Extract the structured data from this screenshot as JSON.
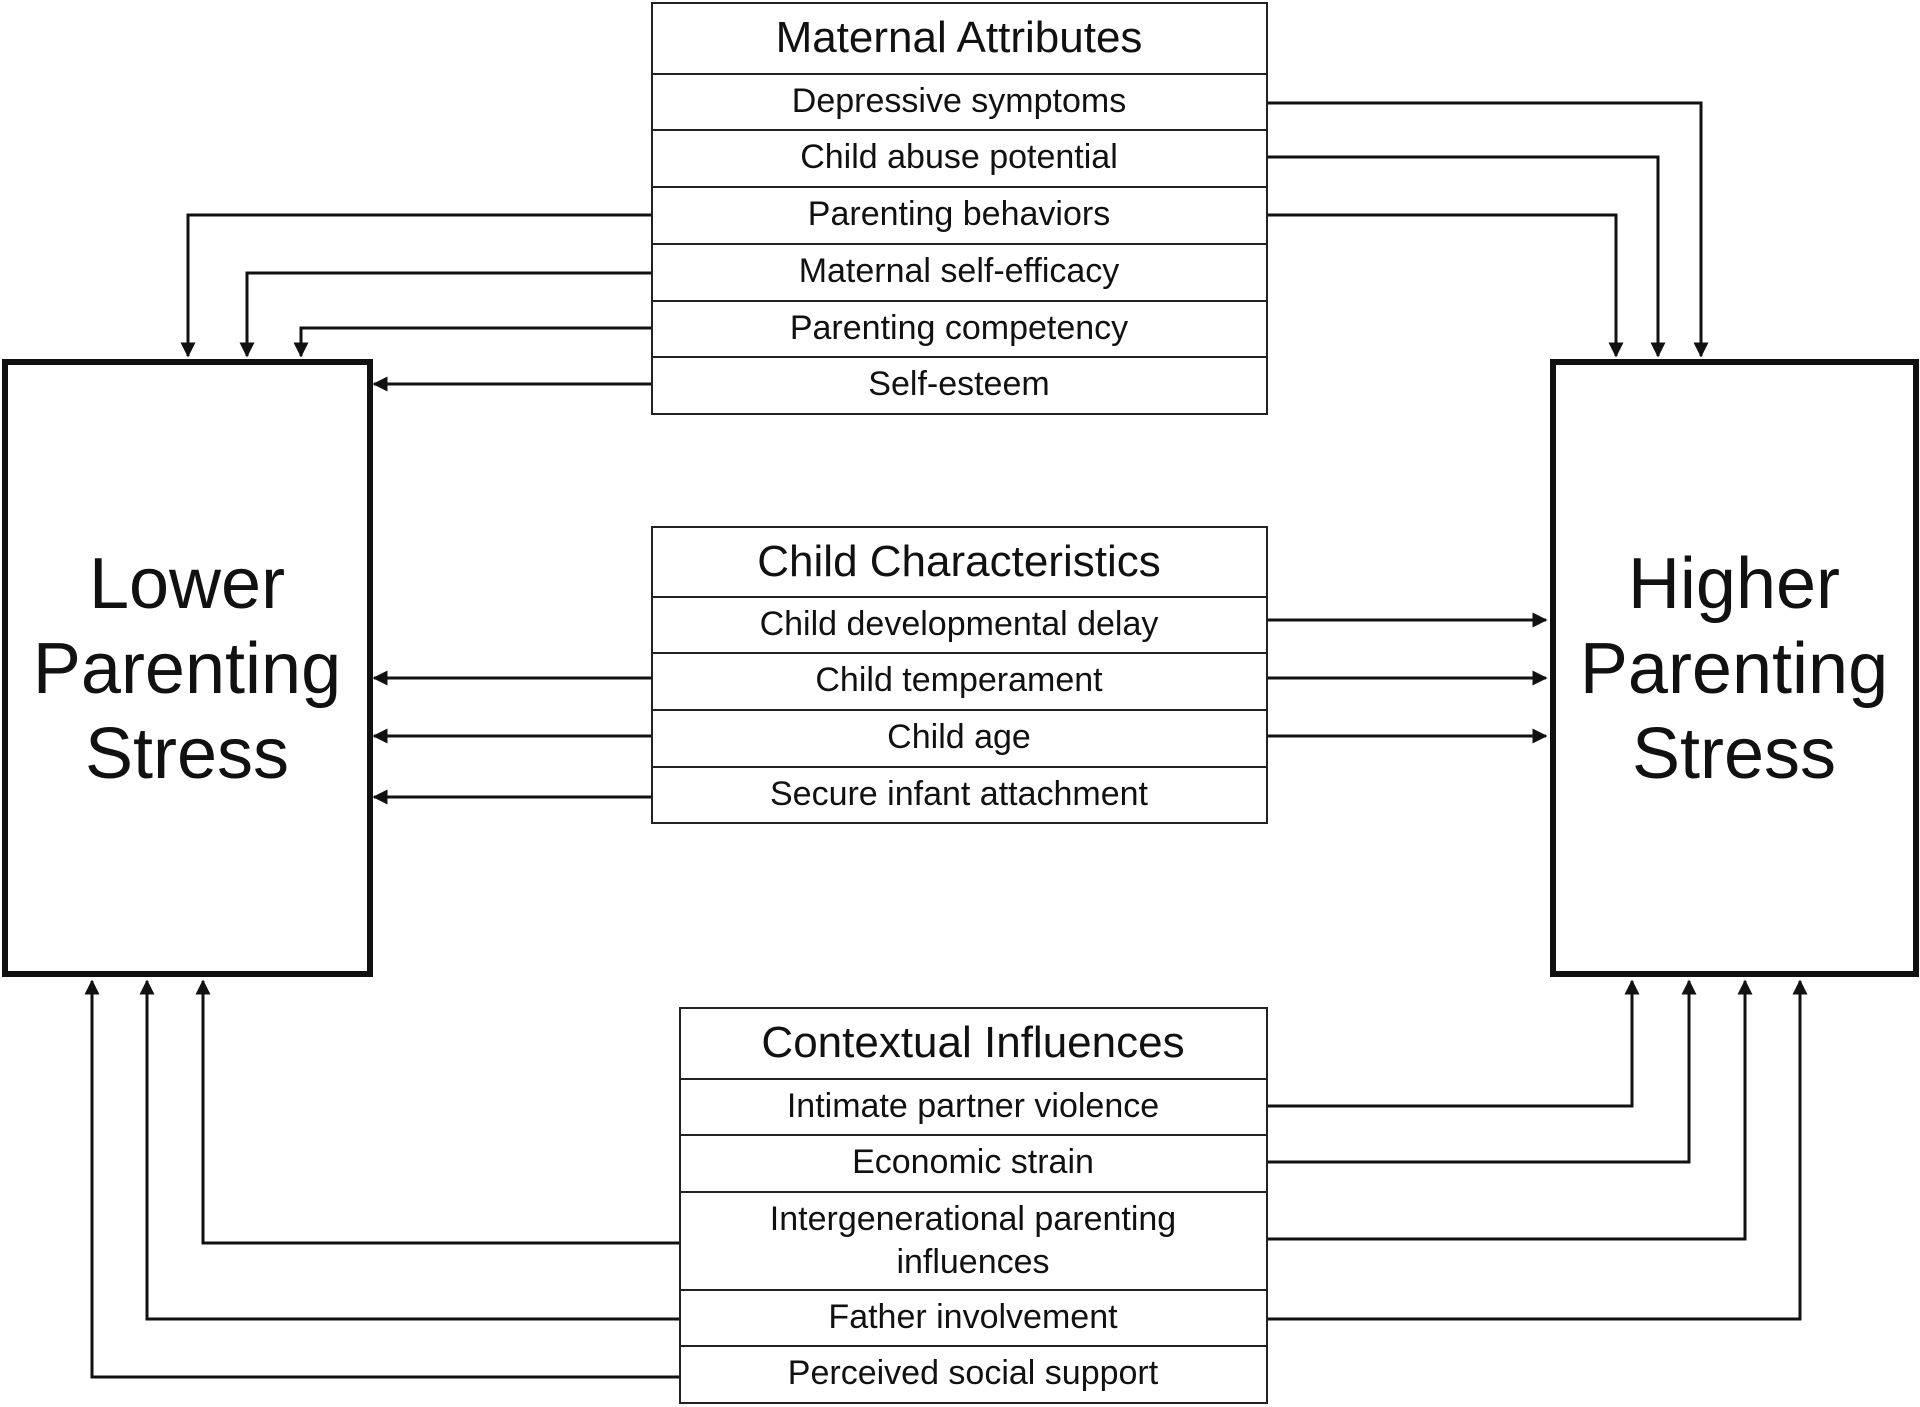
{
  "lower_box": {
    "lines": [
      "Lower",
      "Parenting",
      "Stress"
    ]
  },
  "higher_box": {
    "lines": [
      "Higher",
      "Parenting",
      "Stress"
    ]
  },
  "maternal": {
    "header": "Maternal Attributes",
    "rows": [
      "Depressive symptoms",
      "Child abuse potential",
      "Parenting behaviors",
      "Maternal self-efficacy",
      "Parenting competency",
      "Self-esteem"
    ]
  },
  "child": {
    "header": "Child Characteristics",
    "rows": [
      "Child developmental delay",
      "Child temperament",
      "Child age",
      "Secure infant attachment"
    ]
  },
  "contextual": {
    "header": "Contextual Influences",
    "rows": [
      [
        "Intimate partner violence"
      ],
      [
        "Economic strain"
      ],
      [
        "Intergenerational parenting",
        "influences"
      ],
      [
        "Father involvement"
      ],
      [
        "Perceived social support"
      ]
    ]
  }
}
